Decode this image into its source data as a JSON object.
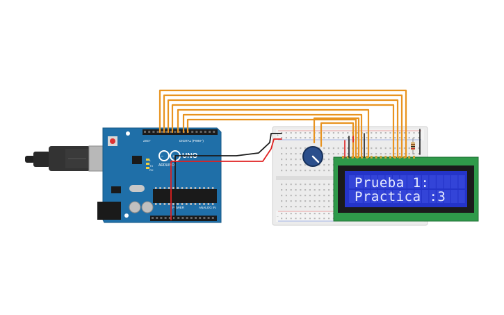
{
  "arduino": {
    "brand": "ARDUINO",
    "model": "UNO",
    "digital_label": "DIGITAL (PWM~)",
    "power_label": "POWER",
    "analog_label": "ANALOG IN",
    "tx_label": "TX",
    "rx_label": "RX",
    "l_label": "L",
    "aref_label": "AREF"
  },
  "lcd": {
    "line1": "Prueba 1:",
    "line2": "Practica :3"
  },
  "colors": {
    "board": "#1f6fa8",
    "breadboard": "#e9e9e9",
    "lcd_pcb": "#2f9a4a",
    "lcd_screen": "#2434c9",
    "wire_orange": "#e8931f",
    "wire_red": "#e02020",
    "wire_black": "#1a1a1a",
    "pot": "#2b4f8c"
  },
  "icons": {
    "usb_cable": "usb-cable-icon",
    "potentiometer": "potentiometer-icon",
    "resistor": "resistor-icon"
  }
}
